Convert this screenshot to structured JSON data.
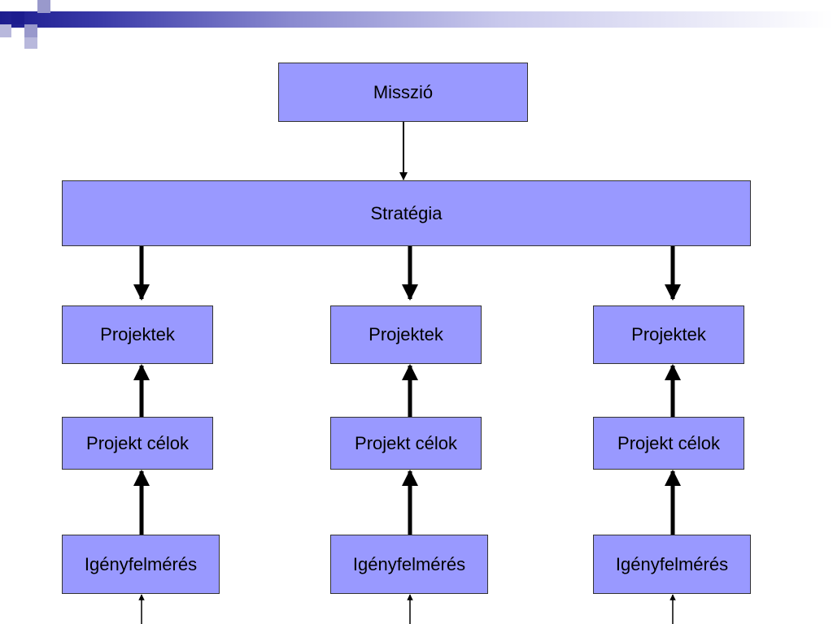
{
  "diagram": {
    "mission": "Misszió",
    "strategy": "Stratégia",
    "columns": [
      {
        "projects": "Projektek",
        "goals": "Projekt célok",
        "needs": "Igényfelmérés"
      },
      {
        "projects": "Projektek",
        "goals": "Projekt célok",
        "needs": "Igényfelmérés"
      },
      {
        "projects": "Projektek",
        "goals": "Projekt célok",
        "needs": "Igényfelmérés"
      }
    ]
  },
  "colors": {
    "box_fill": "#9999ff",
    "box_border": "#333333",
    "accent_dark": "#1c1c8e",
    "accent_light": "#9999cc"
  }
}
